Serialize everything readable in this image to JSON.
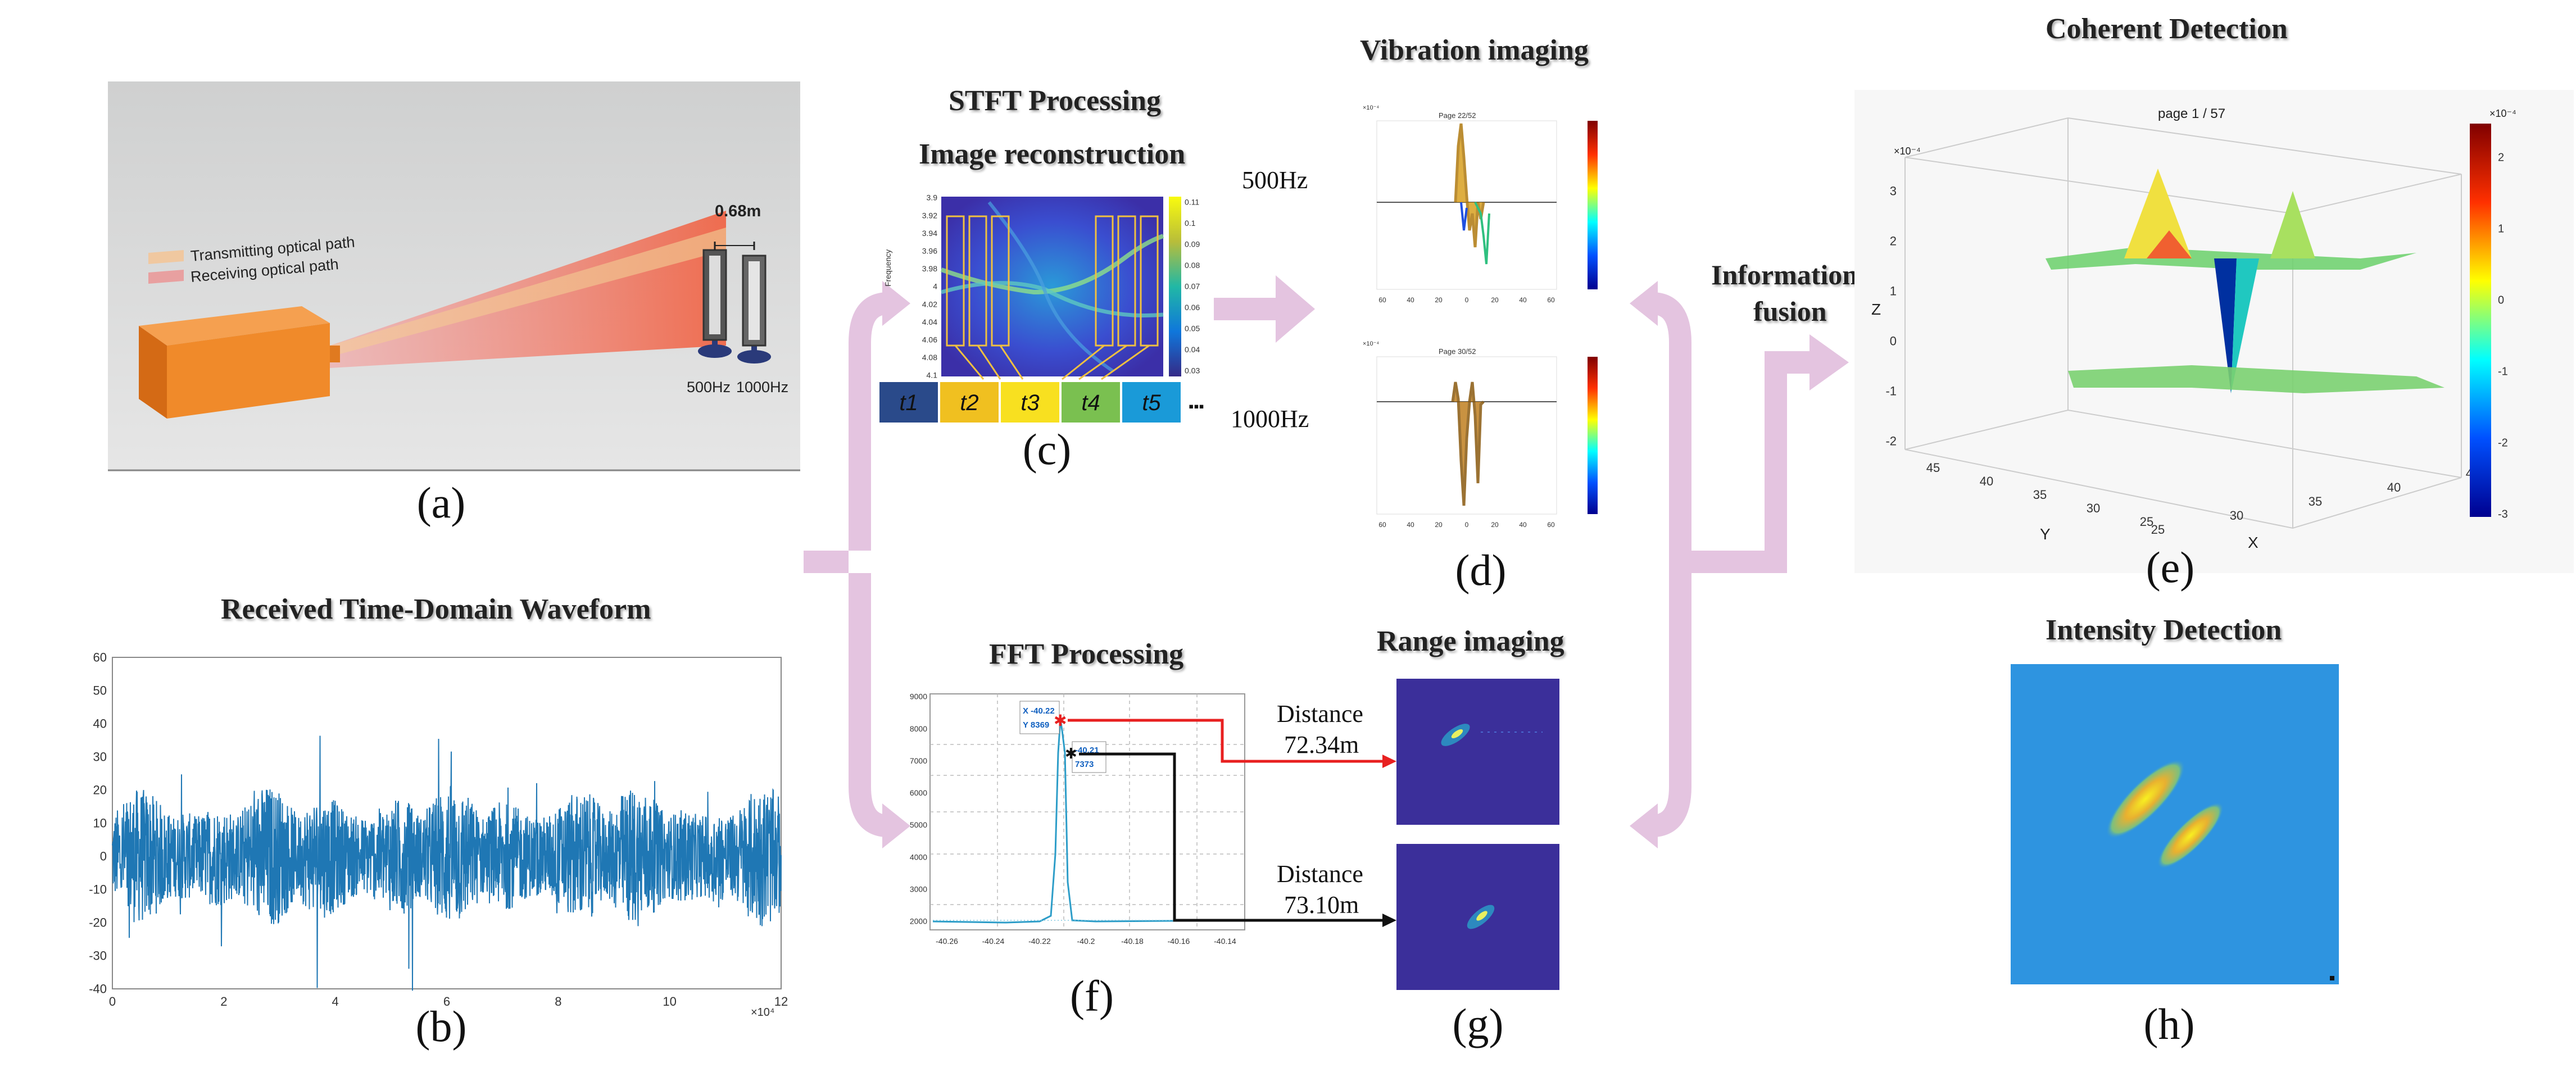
{
  "panels": {
    "a": {
      "caption": "(a)",
      "legend_transmit": "Transmitting optical path",
      "legend_receive": "Receiving optical path",
      "spacing": "0.68m",
      "target1": "500Hz",
      "target2": "1000Hz"
    },
    "b": {
      "caption": "(b)",
      "title": "Received Time-Domain Waveform",
      "y_ticks": [
        "60",
        "50",
        "40",
        "30",
        "20",
        "10",
        "0",
        "-10",
        "-20",
        "-30",
        "-40"
      ],
      "x_ticks": [
        "0",
        "2",
        "4",
        "6",
        "8",
        "10",
        "12"
      ],
      "x_exponent": "×10⁴"
    },
    "c": {
      "caption": "(c)",
      "title1": "STFT Processing",
      "title2": "Image reconstruction",
      "y_ticks": [
        "3.9",
        "3.92",
        "3.94",
        "3.96",
        "3.98",
        "4",
        "4.02",
        "4.04",
        "4.06",
        "4.08",
        "4.1"
      ],
      "y_label": "Frequency",
      "colorbar_ticks": [
        "0.11",
        "0.1",
        "0.09",
        "0.08",
        "0.07",
        "0.06",
        "0.05",
        "0.04",
        "0.03"
      ],
      "windows": [
        "t1",
        "t2",
        "t3",
        "t4",
        "t5"
      ],
      "ellipsis": "▪▪▪"
    },
    "d": {
      "caption": "(d)",
      "title": "Vibration imaging",
      "freq_top": "500Hz",
      "freq_bottom": "1000Hz",
      "plot_top_title": "Page 22/52",
      "plot_bottom_title": "Page 30/52",
      "x_ticks": [
        "60",
        "40",
        "20",
        "0",
        "20",
        "40",
        "60"
      ],
      "exponent": "×10⁻⁴"
    },
    "e": {
      "caption": "(e)",
      "title": "Coherent Detection",
      "plot_title": "page 1 / 57",
      "z_label": "Z",
      "x_label": "X",
      "y_label": "Y",
      "z_ticks": [
        "3",
        "2",
        "1",
        "0",
        "-1",
        "-2"
      ],
      "x_ticks": [
        "25",
        "30",
        "35",
        "40",
        "45"
      ],
      "y_ticks": [
        "45",
        "40",
        "35",
        "30",
        "25"
      ],
      "colorbar_ticks": [
        "2",
        "1",
        "0",
        "-1",
        "-2",
        "-3"
      ],
      "exponent": "×10⁻⁴"
    },
    "fusion": {
      "line1": "Information",
      "line2": "fusion"
    },
    "f": {
      "caption": "(f)",
      "title": "FFT Processing",
      "y_ticks": [
        "9000",
        "8000",
        "7000",
        "6000",
        "5000",
        "4000",
        "3000",
        "2000"
      ],
      "x_ticks": [
        "-40.26",
        "-40.24",
        "-40.22",
        "-40.2",
        "-40.18",
        "-40.16",
        "-40.14"
      ],
      "tip1_x": "X -40.22",
      "tip1_y": "Y 8369",
      "tip2_x": "-40.21",
      "tip2_y": "7373"
    },
    "g": {
      "caption": "(g)",
      "title": "Range imaging",
      "dist1_label": "Distance",
      "dist1_value": "72.34m",
      "dist2_label": "Distance",
      "dist2_value": "73.10m"
    },
    "h": {
      "caption": "(h)",
      "title": "Intensity Detection"
    }
  },
  "colors": {
    "arrow": "#e4c4e0",
    "waveform": "#1f77b4",
    "orange_box": "#f08a2a",
    "red_arrow": "#e82020",
    "black_arrow": "#111111"
  }
}
